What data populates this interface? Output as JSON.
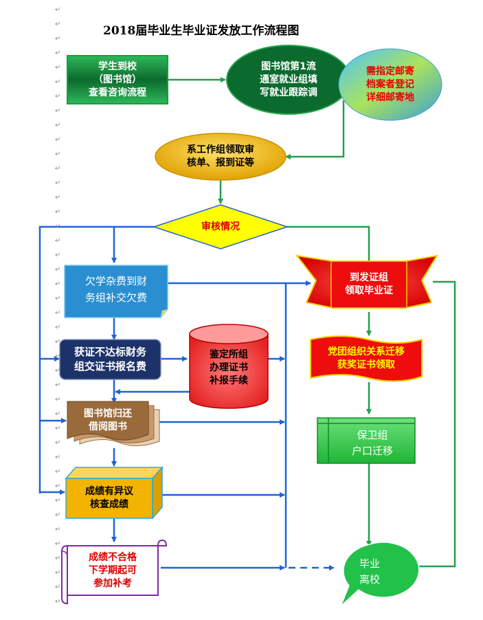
{
  "title": "2018届毕业生毕业证发放工作流程图",
  "colors": {
    "arrow_blue": "#1f62d6",
    "arrow_green": "#22a049",
    "dark_green": "#0b6a2d",
    "gold": "#f2b400",
    "yellow": "#ffff00",
    "red": "#ee0c0c",
    "navy": "#1d3268",
    "teal": "#2a8fd1",
    "brown": "#9a6a3a",
    "bright_green": "#21c83c",
    "purple": "#7b2a9c"
  },
  "paragraph_mark": "↵",
  "nodes": {
    "student_arrive": "学生到校\n（图书馆）\n查看咨询流程",
    "library_form": "图书馆第1流\n通室就业组填\n写就业跟踪调",
    "mail_register": "需指定邮寄\n档案者登记\n详细邮寄地",
    "dept_collect": "系工作组领取审\n核单、报到证等",
    "review_status": "审核情况",
    "owe_fees": "欠学杂费到财\n务组补交欠费",
    "cert_fee": "获证不达标财务\n组交证书报名费",
    "appraisal": "鉴定所组\n办理证书\n补报手续",
    "return_books": "图书馆归还\n借阅图书",
    "grade_dispute": "成绩有异议\n核查成绩",
    "fail_retake": "成绩不合格\n下学期起可\n参加补考",
    "collect_diploma": "到发证组\n领取毕业证",
    "party_transfer": "党团组织关系迁移\n获奖证书领取",
    "security_hukou": "保卫组\n户口迁移",
    "graduate_leave": "毕业\n离校"
  }
}
